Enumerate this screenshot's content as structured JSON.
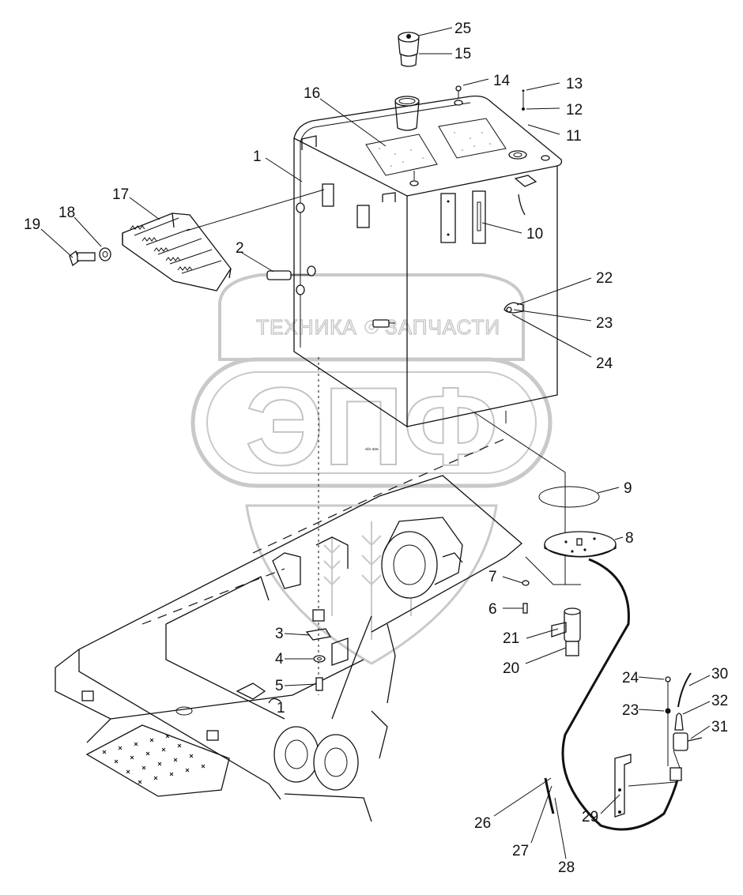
{
  "watermark": {
    "top_text_left": "ТЕХНИКА",
    "top_text_right": "ЗАПЧАСТИ",
    "logo_text": "ЭПФ",
    "gear_icon": "gear-icon",
    "shield_icon": "wheat-shield-icon"
  },
  "callouts": {
    "c25": "25",
    "c15": "15",
    "c14": "14",
    "c13": "13",
    "c12": "12",
    "c11": "11",
    "c16": "16",
    "c1": "1",
    "c17": "17",
    "c18": "18",
    "c19": "19",
    "c2": "2",
    "c10": "10",
    "c22": "22",
    "c23": "23",
    "c24": "24",
    "c9": "9",
    "c8": "8",
    "c7": "7",
    "c6": "6",
    "c21": "21",
    "c20": "20",
    "c3": "3",
    "c4": "4",
    "c5": "5",
    "c1b": "1",
    "c24b": "24",
    "c30": "30",
    "c23b": "23",
    "c32": "32",
    "c31": "31",
    "c29": "29",
    "c26": "26",
    "c27": "27",
    "c28": "28"
  },
  "small_text": "а/а ааа"
}
